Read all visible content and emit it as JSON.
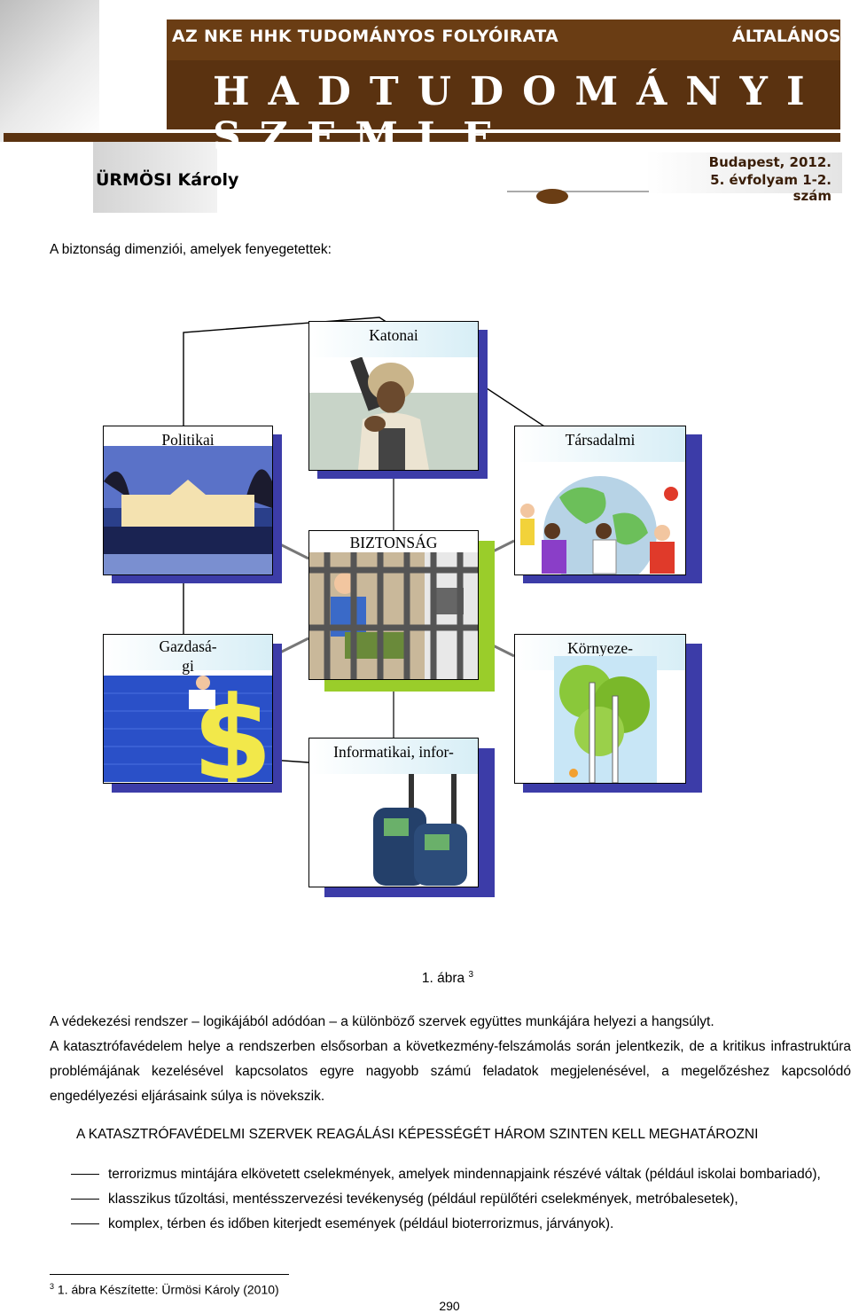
{
  "header": {
    "journal": "AZ NKE HHK TUDOMÁNYOS FOLYÓIRATA",
    "tag": "ÁLTALÁNOS",
    "title": "HADTUDOMÁNYI SZEMLE",
    "author": "ÜRMÖSI Károly",
    "place_date": "Budapest, 2012.",
    "issue": "5. évfolyam 1-2. szám"
  },
  "intro": "A biztonság dimenziói, amelyek fenyegetettek:",
  "diagram": {
    "boxes": {
      "katonai": "Katonai",
      "politikai": "Politikai",
      "tarsadalmi": "Társadalmi",
      "biztonsag": "BIZTONSÁG",
      "gazdasagi_1": "Gazdasá-",
      "gazdasagi_2": "gi",
      "kornyezeti": "Környeze-",
      "informatikai": "Informatikai, infor-"
    }
  },
  "caption": {
    "text": "1. ábra",
    "ref": "3"
  },
  "paragraph": {
    "line1": "A védekezési rendszer – logikájából adódóan – a különböző szervek együttes munkájára helyezi a hangsúlyt.",
    "line2": "A katasztrófavédelem helye a rendszerben elsősorban a következmény-felszámolás során jelentkezik, de a kritikus infrastruktúra problémájának kezelésével kapcsolatos egyre nagyobb számú feladatok megjelenésével, a megelőzéshez kapcsolódó engedélyezési eljárásaink súlya is növekszik."
  },
  "heading": "A KATASZTRÓFAVÉDELMI SZERVEK REAGÁLÁSI KÉPESSÉGÉT HÁROM SZINTEN KELL MEGHATÁROZNI",
  "list": [
    "terrorizmus mintájára elkövetett cselekmények, amelyek mindennapjaink részévé váltak (például iskolai bombariadó),",
    "klasszikus tűzoltási, mentésszervezési tevékenység (például repülőtéri cselekmények, metróbalesetek),",
    "komplex, térben és időben kiterjedt események (például bioterrorizmus, járványok)."
  ],
  "footnote": {
    "num": "3",
    "text": "1. ábra Készítette: Ürmösi Károly (2010)"
  },
  "page_number": "290"
}
